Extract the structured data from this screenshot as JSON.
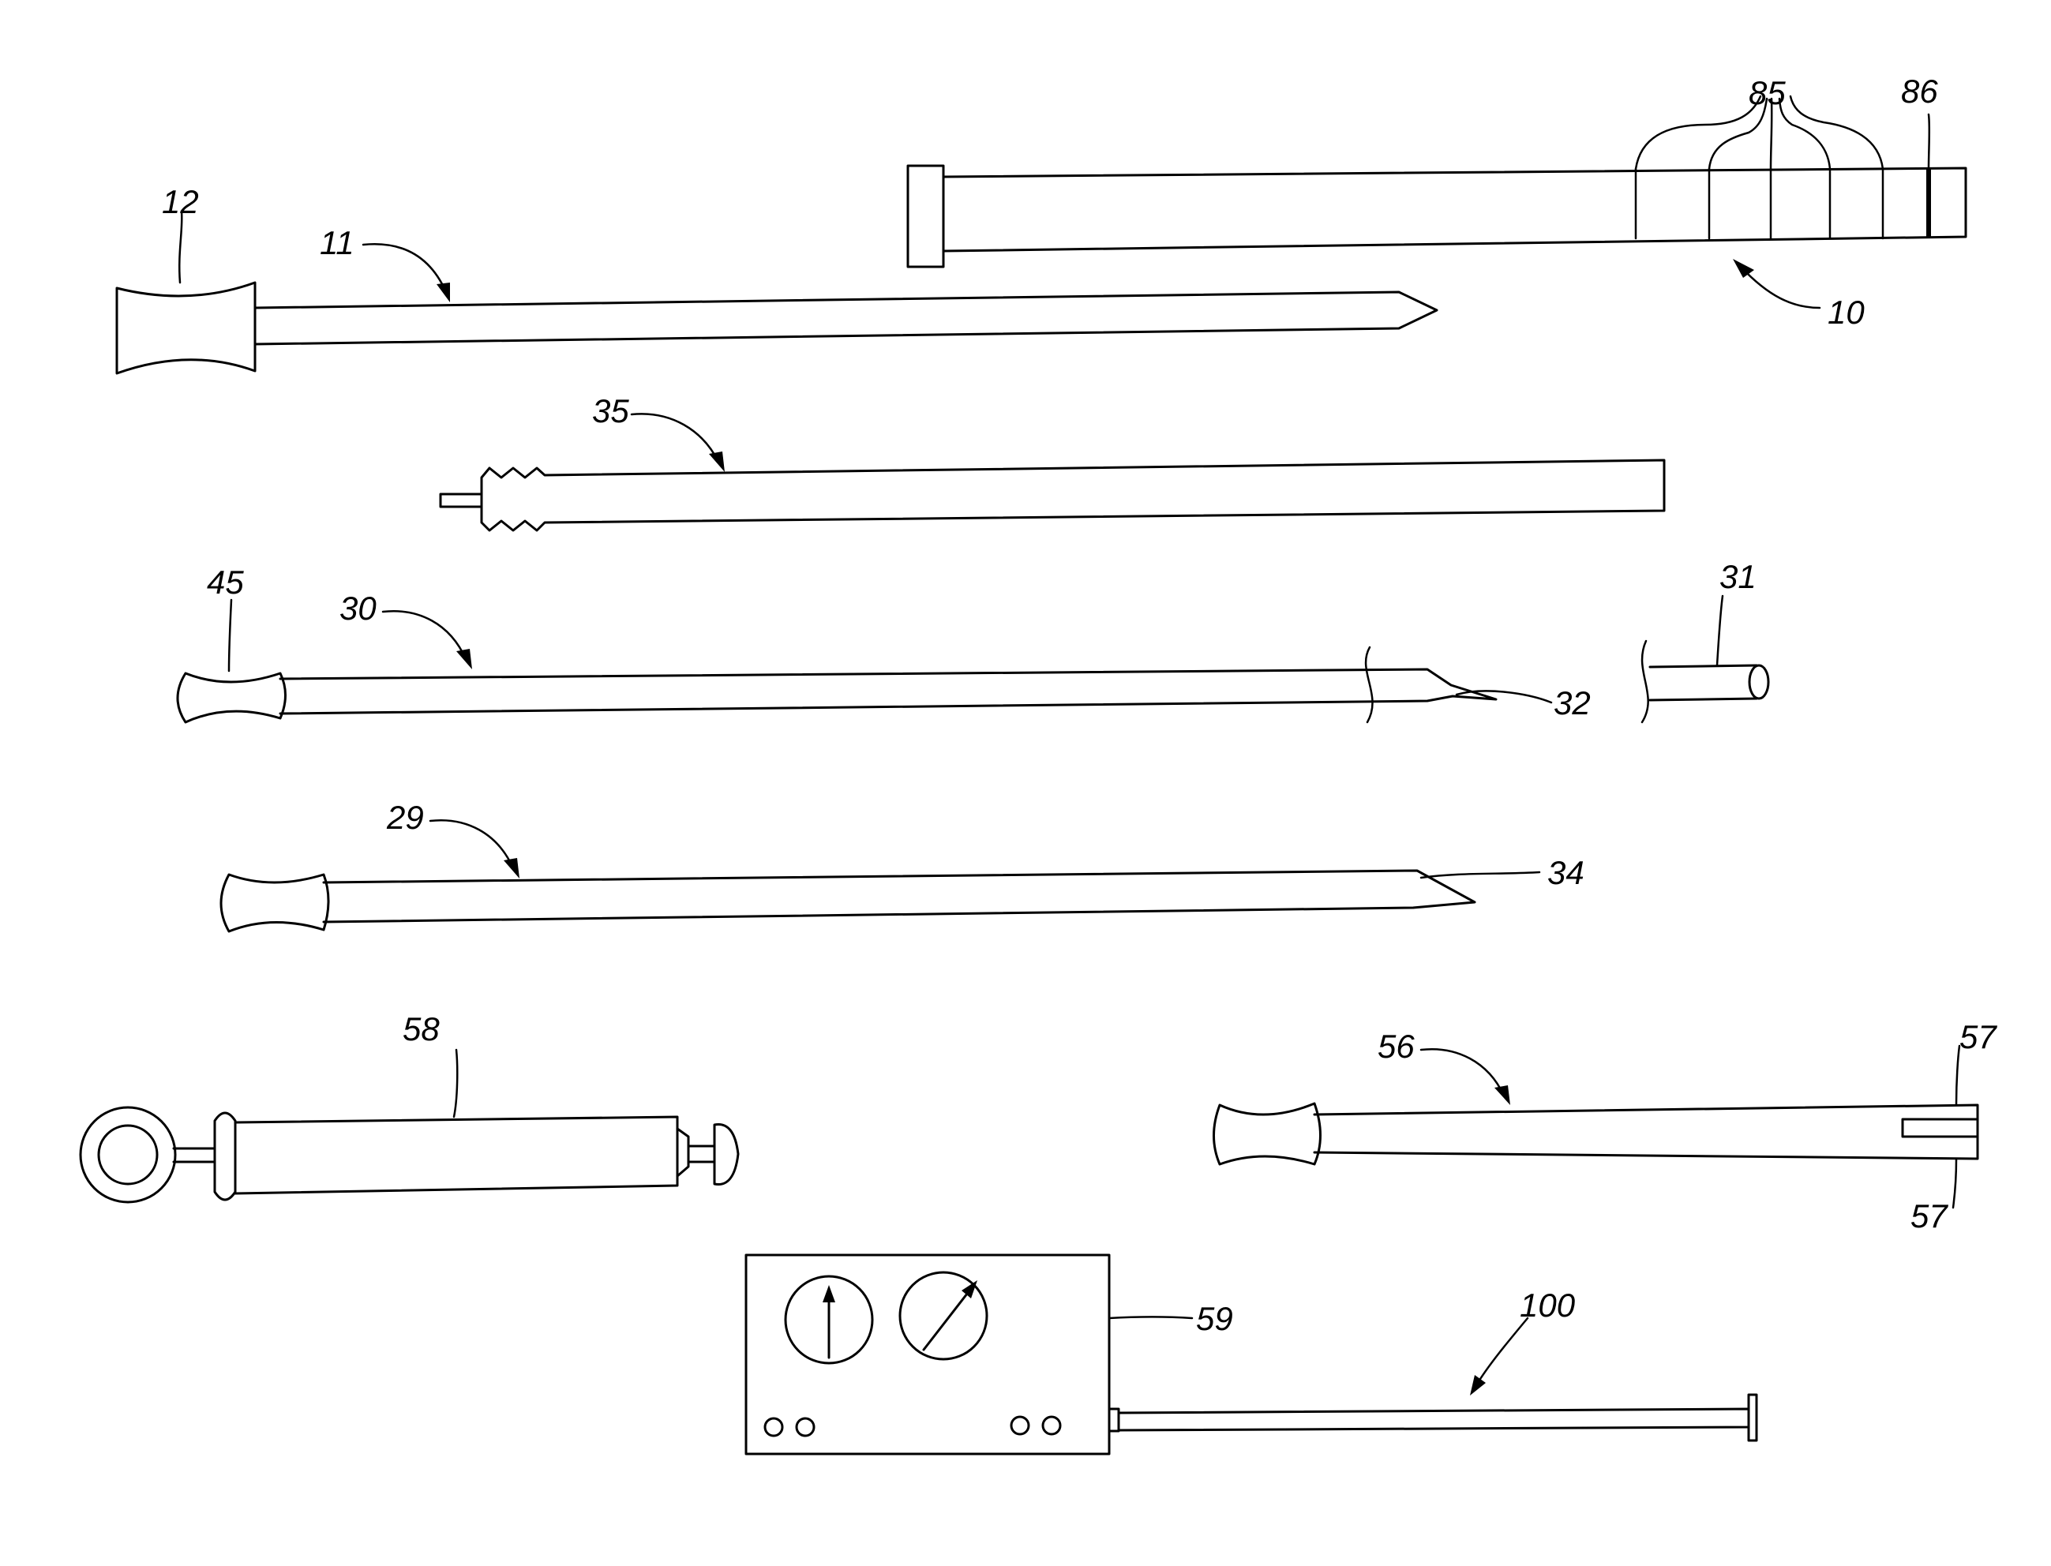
{
  "figure": {
    "labels": {
      "sheath_10": "10",
      "obturator_11": "11",
      "handle_12": "12",
      "depth_marks_85": "85",
      "mark_86": "86",
      "dilator_35": "35",
      "needle_30": "30",
      "handle_45": "45",
      "cannula_31": "31",
      "tip_32": "32",
      "needle_29": "29",
      "tip_34": "34",
      "syringe_58": "58",
      "tool_56": "56",
      "prong_57_top": "57",
      "prong_57_bottom": "57",
      "monitor_59": "59",
      "probe_100": "100"
    }
  }
}
